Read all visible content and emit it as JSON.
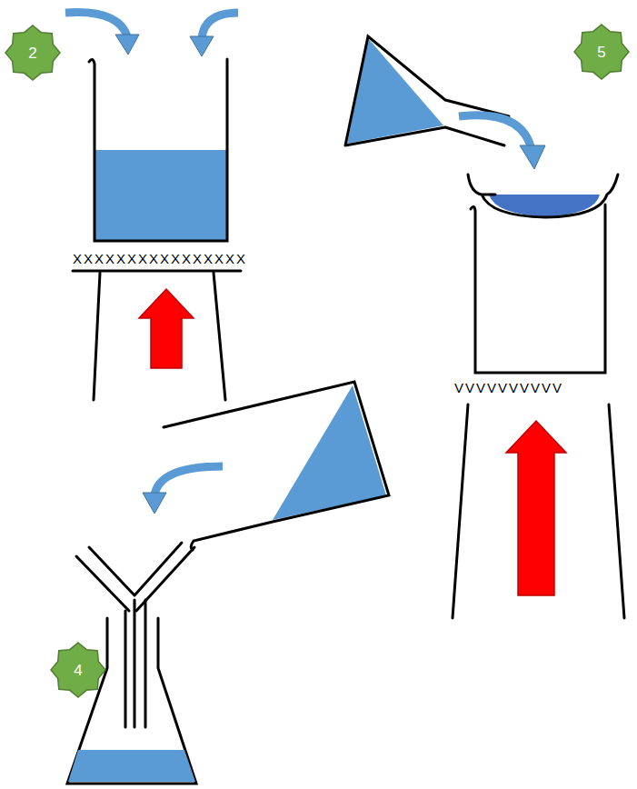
{
  "diagram": {
    "nodes": [
      {
        "text": [
          "2"
        ]
      },
      {
        "text": [
          "5"
        ]
      },
      {
        "text": [
          "4"
        ]
      }
    ],
    "edges": [],
    "labels": [
      "XXXXXXXXXXXXXXXX",
      "VVVVVVVVVV"
    ]
  }
}
